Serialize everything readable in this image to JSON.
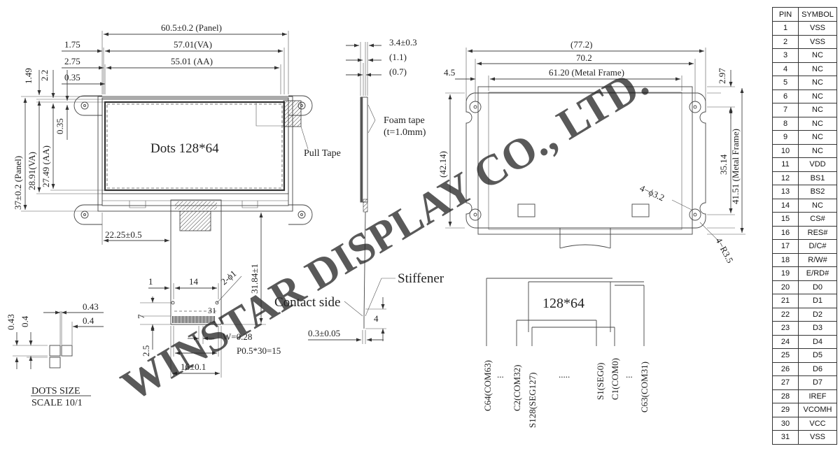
{
  "front_view": {
    "title": "Dots 128*64",
    "dim_panel_width": "60.5±0.2 (Panel)",
    "dim_va_width": "57.01(VA)",
    "dim_aa_width": "55.01 (AA)",
    "dim_1_75": "1.75",
    "dim_2_75": "2.75",
    "dim_0_35_top": "0.35",
    "dim_1_49": "1.49",
    "dim_2_2": "2.2",
    "dim_0_35_side": "0.35",
    "dim_panel_height": "37±0.2 (Panel)",
    "dim_va_height": "28.91(VA)",
    "dim_aa_height": "27.49 (AA)",
    "pull_tape": "Pull Tape",
    "dim_22_25": "22.25±0.5",
    "dim_31_84": "31.84±1",
    "dim_1": "1",
    "dim_14": "14",
    "dim_holes": "2-ϕ1",
    "dim_7": "7",
    "dim_w": "W=0.28",
    "dim_pitch": "P0.5*30=15",
    "dim_2_5": "2.5",
    "dim_16": "16±0.1",
    "pin_marker": "31"
  },
  "dots_detail": {
    "dim_0_43_h": "0.43",
    "dim_0_4_h": "0.4",
    "dim_0_43_v": "0.43",
    "dim_0_4_v": "0.4",
    "caption": "DOTS SIZE",
    "scale": "SCALE 10/1"
  },
  "side_view": {
    "dim_thickness": "3.4±0.3",
    "dim_1_1": "(1.1)",
    "dim_0_7": "(0.7)",
    "foam_tape": "Foam tape",
    "foam_tape_thickness": "(t=1.0mm)",
    "stiffener": "Stiffener",
    "contact_side": "Contact side",
    "dim_4": "4",
    "dim_fpc": "0.3±0.05"
  },
  "back_view": {
    "dim_77_2": "(77.2)",
    "dim_70_2": "70.2",
    "dim_metal_frame_w": "61.20 (Metal Frame)",
    "dim_4_5": "4.5",
    "dim_2_97": "2.97",
    "dim_42_14": "(42.14)",
    "dim_35_14": "35.14",
    "dim_metal_frame_h": "41.51 (Metal Frame)",
    "dim_holes": "4−ϕ3.2",
    "dim_radius": "4−R3.5"
  },
  "block_diagram": {
    "label": "128*64",
    "pins": [
      "C64(COM63)",
      "C2(COM32)",
      "S128(SEG127)",
      "S1(SEG0)",
      "C1(COM0)",
      "C63(COM31)"
    ],
    "ellipsis_1": "...",
    "ellipsis_2": ".....",
    "ellipsis_3": "..."
  },
  "watermark": "WINSTAR DISPLAY CO., LTD.",
  "pin_table": {
    "headers": [
      "PIN",
      "SYMBOL"
    ],
    "rows": [
      [
        "1",
        "VSS"
      ],
      [
        "2",
        "VSS"
      ],
      [
        "3",
        "NC"
      ],
      [
        "4",
        "NC"
      ],
      [
        "5",
        "NC"
      ],
      [
        "6",
        "NC"
      ],
      [
        "7",
        "NC"
      ],
      [
        "8",
        "NC"
      ],
      [
        "9",
        "NC"
      ],
      [
        "10",
        "NC"
      ],
      [
        "11",
        "VDD"
      ],
      [
        "12",
        "BS1"
      ],
      [
        "13",
        "BS2"
      ],
      [
        "14",
        "NC"
      ],
      [
        "15",
        "CS#"
      ],
      [
        "16",
        "RES#"
      ],
      [
        "17",
        "D/C#"
      ],
      [
        "18",
        "R/W#"
      ],
      [
        "19",
        "E/RD#"
      ],
      [
        "20",
        "D0"
      ],
      [
        "21",
        "D1"
      ],
      [
        "22",
        "D2"
      ],
      [
        "23",
        "D3"
      ],
      [
        "24",
        "D4"
      ],
      [
        "25",
        "D5"
      ],
      [
        "26",
        "D6"
      ],
      [
        "27",
        "D7"
      ],
      [
        "28",
        "IREF"
      ],
      [
        "29",
        "VCOMH"
      ],
      [
        "30",
        "VCC"
      ],
      [
        "31",
        "VSS"
      ]
    ]
  }
}
